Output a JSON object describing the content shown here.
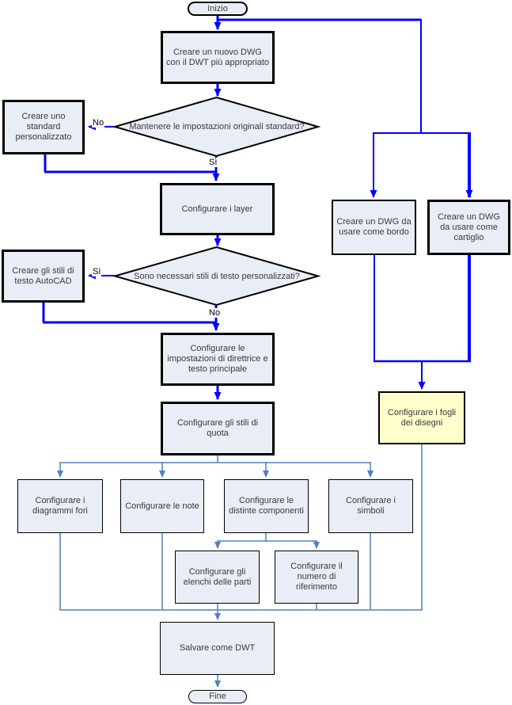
{
  "title": "Flowchart creazione modello DWT",
  "colors": {
    "primary_flow": "#0000ff",
    "secondary_flow": "#4f81bd",
    "node_fill": "#e9edf6",
    "highlight_fill": "#ffffcc",
    "node_border": "#000000"
  },
  "nodes": {
    "start": "Inizio",
    "create_dwg": "Creare un nuovo DWG con il DWT più appropriato",
    "keep_std_q": "Mantenere le impostazioni originali standard?",
    "create_custom_std": "Creare uno standard personalizzato",
    "config_layers": "Configurare i layer",
    "text_styles_q": "Sono necessari stili di testo personalizzati?",
    "create_text_styles": "Creare gli stili di testo AutoCAD",
    "config_leader": "Configurare le impostazioni di direttrice e testo principale",
    "config_dim_styles": "Configurare gli stili di quota",
    "config_hole_charts": "Configurare i diagrammi fori",
    "config_notes": "Configurare le note",
    "config_boms": "Configurare le distinte componenti",
    "config_symbols": "Configurare i simboli",
    "config_parts_lists": "Configurare gli elenchi delle parti",
    "config_ref_number": "Configurare il numero di riferimento",
    "save_dwt": "Salvare come DWT",
    "create_border": "Creare un DWG da usare come bordo",
    "create_titleblock": "Creare un DWG da usare come cartiglio",
    "config_sheets": "Configurare i fogli dei disegni",
    "end": "Fine"
  },
  "branch_labels": {
    "d1_no": "No",
    "d1_yes": "Sì",
    "d2_yes": "Sì",
    "d2_no": "No"
  }
}
